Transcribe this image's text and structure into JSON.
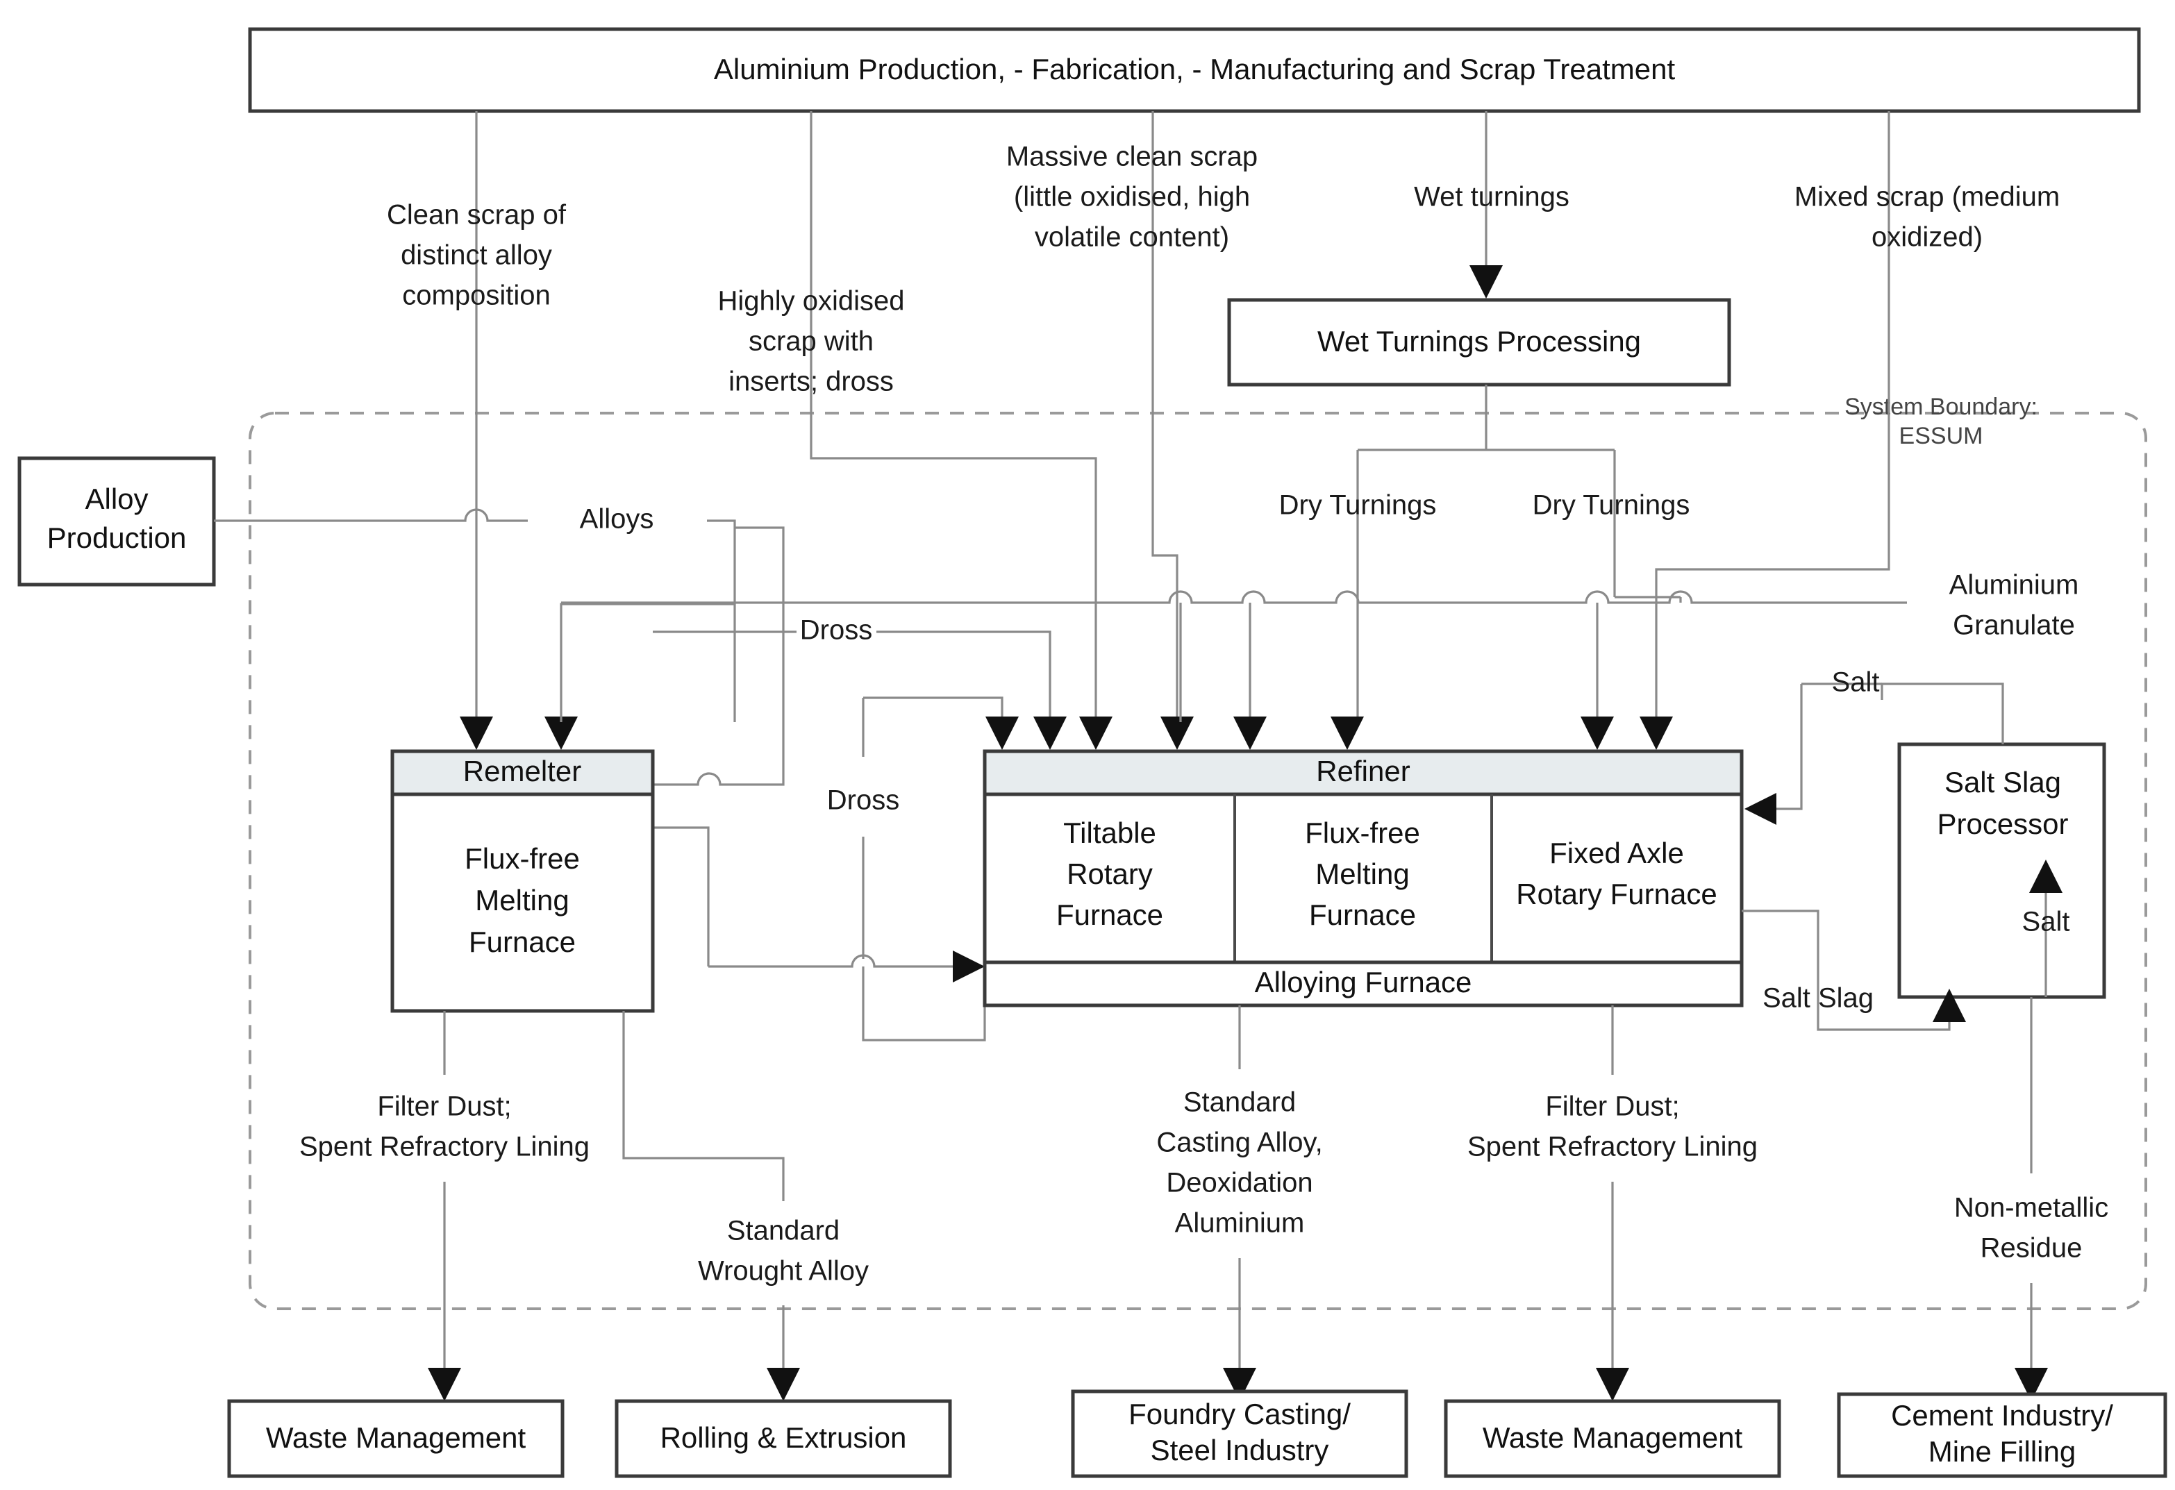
{
  "diagram": {
    "title": "Aluminium recycling material flow diagram",
    "colors": {
      "box_stroke": "#3a3a3a",
      "header_fill": "#e7ecee",
      "flow_line": "#8a8a8a",
      "boundary": "#9a9a9a",
      "text": "#111111"
    },
    "top_source": {
      "label": "Aluminium Production, - Fabrication, - Manufacturing and Scrap Treatment"
    },
    "boundary": {
      "label_line1": "System Boundary:",
      "label_line2": "ESSUM"
    },
    "processes": {
      "wet_turnings_processing": {
        "label": "Wet Turnings Processing"
      },
      "alloy_production": {
        "line1": "Alloy",
        "line2": "Production"
      },
      "remelter": {
        "header": "Remelter",
        "body_line1": "Flux-free",
        "body_line2": "Melting",
        "body_line3": "Furnace"
      },
      "refiner": {
        "header": "Refiner",
        "cells": [
          {
            "line1": "Tiltable",
            "line2": "Rotary",
            "line3": "Furnace"
          },
          {
            "line1": "Flux-free",
            "line2": "Melting",
            "line3": "Furnace"
          },
          {
            "line1": "Fixed Axle",
            "line2": "Rotary Furnace",
            "line3": ""
          }
        ],
        "footer": "Alloying Furnace"
      },
      "salt_slag_processor": {
        "line1": "Salt Slag",
        "line2": "Processor"
      }
    },
    "sinks": [
      {
        "id": "waste-management-left",
        "line1": "Waste Management",
        "line2": ""
      },
      {
        "id": "rolling-extrusion",
        "line1": "Rolling & Extrusion",
        "line2": ""
      },
      {
        "id": "foundry-casting-steel",
        "line1": "Foundry Casting/",
        "line2": "Steel Industry"
      },
      {
        "id": "waste-management-right",
        "line1": "Waste Management",
        "line2": ""
      },
      {
        "id": "cement-mine-filling",
        "line1": "Cement Industry/",
        "line2": "Mine Filling"
      }
    ],
    "flow_labels": {
      "clean_scrap": {
        "l1": "Clean scrap of",
        "l2": "distinct alloy",
        "l3": "composition"
      },
      "highly_oxidised": {
        "l1": "Highly oxidised",
        "l2": "scrap with",
        "l3": "inserts; dross"
      },
      "massive_clean_scrap": {
        "l1": "Massive clean scrap",
        "l2": "(little oxidised, high",
        "l3": "volatile content)"
      },
      "wet_turnings": {
        "l1": "Wet turnings"
      },
      "mixed_scrap": {
        "l1": "Mixed scrap (medium",
        "l2": "oxidized)"
      },
      "dry_turnings_left": {
        "l1": "Dry Turnings"
      },
      "dry_turnings_right": {
        "l1": "Dry Turnings"
      },
      "alloys": {
        "l1": "Alloys"
      },
      "aluminium_granulate": {
        "l1": "Aluminium",
        "l2": "Granulate"
      },
      "dross_upper": {
        "l1": "Dross"
      },
      "dross_lower": {
        "l1": "Dross"
      },
      "salt_top": {
        "l1": "Salt"
      },
      "salt_inner": {
        "l1": "Salt"
      },
      "salt_slag": {
        "l1": "Salt Slag"
      },
      "filter_dust_left": {
        "l1": "Filter Dust;",
        "l2": "Spent Refractory Lining"
      },
      "standard_wrought_alloy": {
        "l1": "Standard",
        "l2": "Wrought Alloy"
      },
      "standard_casting_alloy": {
        "l1": "Standard",
        "l2": "Casting Alloy,",
        "l3": "Deoxidation",
        "l4": "Aluminium"
      },
      "filter_dust_right": {
        "l1": "Filter Dust;",
        "l2": "Spent Refractory Lining"
      },
      "non_metallic_residue": {
        "l1": "Non-metallic",
        "l2": "Residue"
      }
    }
  }
}
